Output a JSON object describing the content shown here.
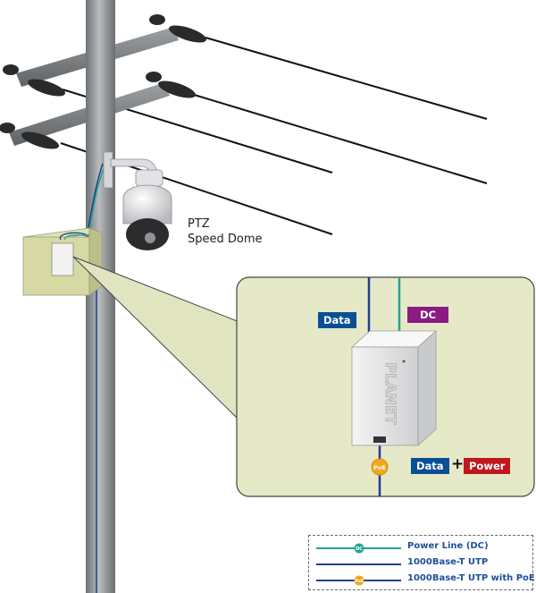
{
  "camera_label": {
    "line1": "PTZ",
    "line2": "Speed Dome"
  },
  "injector_brand": "PLANET",
  "tags": {
    "data": "Data",
    "dc": "DC",
    "data_combined": "Data",
    "plus": "+",
    "power": "Power"
  },
  "badges": {
    "poe": "PoE",
    "dc": "DC"
  },
  "legend": [
    {
      "label": "Power Line (DC)",
      "kind": "dc"
    },
    {
      "label": "1000Base-T UTP",
      "kind": "utp"
    },
    {
      "label": "1000Base-T UTP with PoE",
      "kind": "poe"
    }
  ],
  "colors": {
    "data_line": "#1e3f8f",
    "dc_line": "#25a38f",
    "data_tag": "#0a4f94",
    "dc_tag": "#8b1a82",
    "power_tag": "#c0171d",
    "poe_badge": "#f2a81e",
    "zoom_panel": "#e6e9c8"
  }
}
